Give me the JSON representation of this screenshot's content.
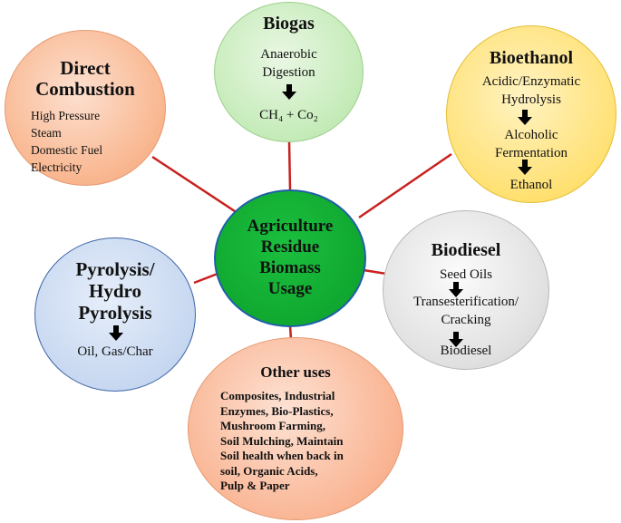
{
  "center": {
    "lines": [
      "Agriculture",
      "Residue",
      "Biomass",
      "Usage"
    ]
  },
  "direct_combustion": {
    "title_lines": [
      "Direct",
      "Combustion"
    ],
    "items": [
      "High Pressure",
      "Steam",
      "Domestic Fuel",
      "Electricity"
    ]
  },
  "biogas": {
    "title": "Biogas",
    "process_lines": [
      "Anaerobic",
      "Digestion"
    ],
    "product": "CH₄ + Co₂"
  },
  "bioethanol": {
    "title": "Bioethanol",
    "step1_lines": [
      "Acidic/Enzymatic",
      "Hydrolysis"
    ],
    "step2_lines": [
      "Alcoholic",
      "Fermentation"
    ],
    "product": "Ethanol"
  },
  "biodiesel": {
    "title": "Biodiesel",
    "step1": "Seed Oils",
    "step2_lines": [
      "Transesterification/",
      "Cracking"
    ],
    "product": "Biodiesel"
  },
  "pyrolysis": {
    "title_lines": [
      "Pyrolysis/",
      "Hydro",
      "Pyrolysis"
    ],
    "product": "Oil, Gas/Char"
  },
  "other_uses": {
    "title": "Other uses",
    "lines": [
      "Composites, Industrial",
      "Enzymes, Bio-Plastics,",
      "Mushroom Farming,",
      "Soil Mulching, Maintain",
      "Soil health when back in",
      "soil, Organic Acids,",
      "Pulp & Paper"
    ]
  },
  "colors": {
    "connector": "#c8201e",
    "center_fill": "#10a830",
    "direct_combustion_fill": "#f9b993",
    "biogas_fill": "#c7ecbb",
    "bioethanol_fill": "#ffe27a",
    "biodiesel_fill": "#e2e2e2",
    "pyrolysis_fill": "#c9d9f1",
    "other_uses_fill": "#fab898"
  }
}
